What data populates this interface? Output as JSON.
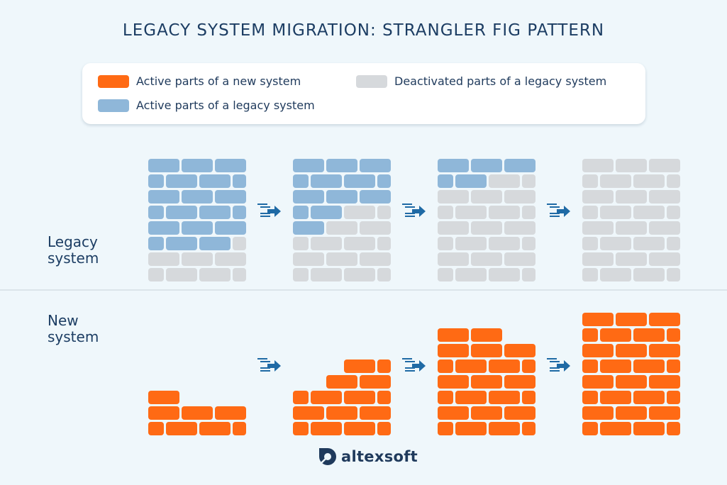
{
  "title": "LEGACY SYSTEM MIGRATION: STRANGLER FIG PATTERN",
  "legend": {
    "items": [
      {
        "key": "new",
        "label": "Active parts of a new system",
        "color": "#ff6a14"
      },
      {
        "key": "legacy",
        "label": "Active parts of a legacy system",
        "color": "#8fb7d9"
      },
      {
        "key": "deactivated",
        "label": "Deactivated parts of a legacy system",
        "color": "#d6d9dc"
      }
    ]
  },
  "rows": {
    "legacy_label": "Legacy\nsystem",
    "new_label": "New\nsystem"
  },
  "colors": {
    "new": "#ff6a14",
    "legacy": "#8fb7d9",
    "deactivated": "#d6d9dc",
    "arrow": "#1f6aa5"
  },
  "stages": {
    "legacy": [
      {
        "active": [
          3,
          3,
          3,
          3,
          3,
          2,
          0,
          0
        ]
      },
      {
        "active": [
          3,
          3,
          3,
          1,
          1,
          0,
          0,
          0
        ]
      },
      {
        "active": [
          3,
          1,
          0,
          0,
          0,
          0,
          0,
          0
        ]
      },
      {
        "active": [
          0,
          0,
          0,
          0,
          0,
          0,
          0,
          0
        ]
      }
    ],
    "new": [
      {
        "rows_top_down": [
          0,
          0,
          0,
          0,
          0,
          1,
          3,
          3
        ]
      },
      {
        "rows_top_down": [
          0,
          0,
          0,
          2,
          2,
          3,
          3,
          3
        ]
      },
      {
        "rows_top_down": [
          0,
          2,
          3,
          3,
          3,
          3,
          3,
          3
        ]
      },
      {
        "rows_top_down": [
          3,
          3,
          3,
          3,
          3,
          3,
          3,
          3
        ]
      }
    ]
  },
  "logo": {
    "text": "altexsoft",
    "icon": "altexsoft-logo-icon"
  }
}
